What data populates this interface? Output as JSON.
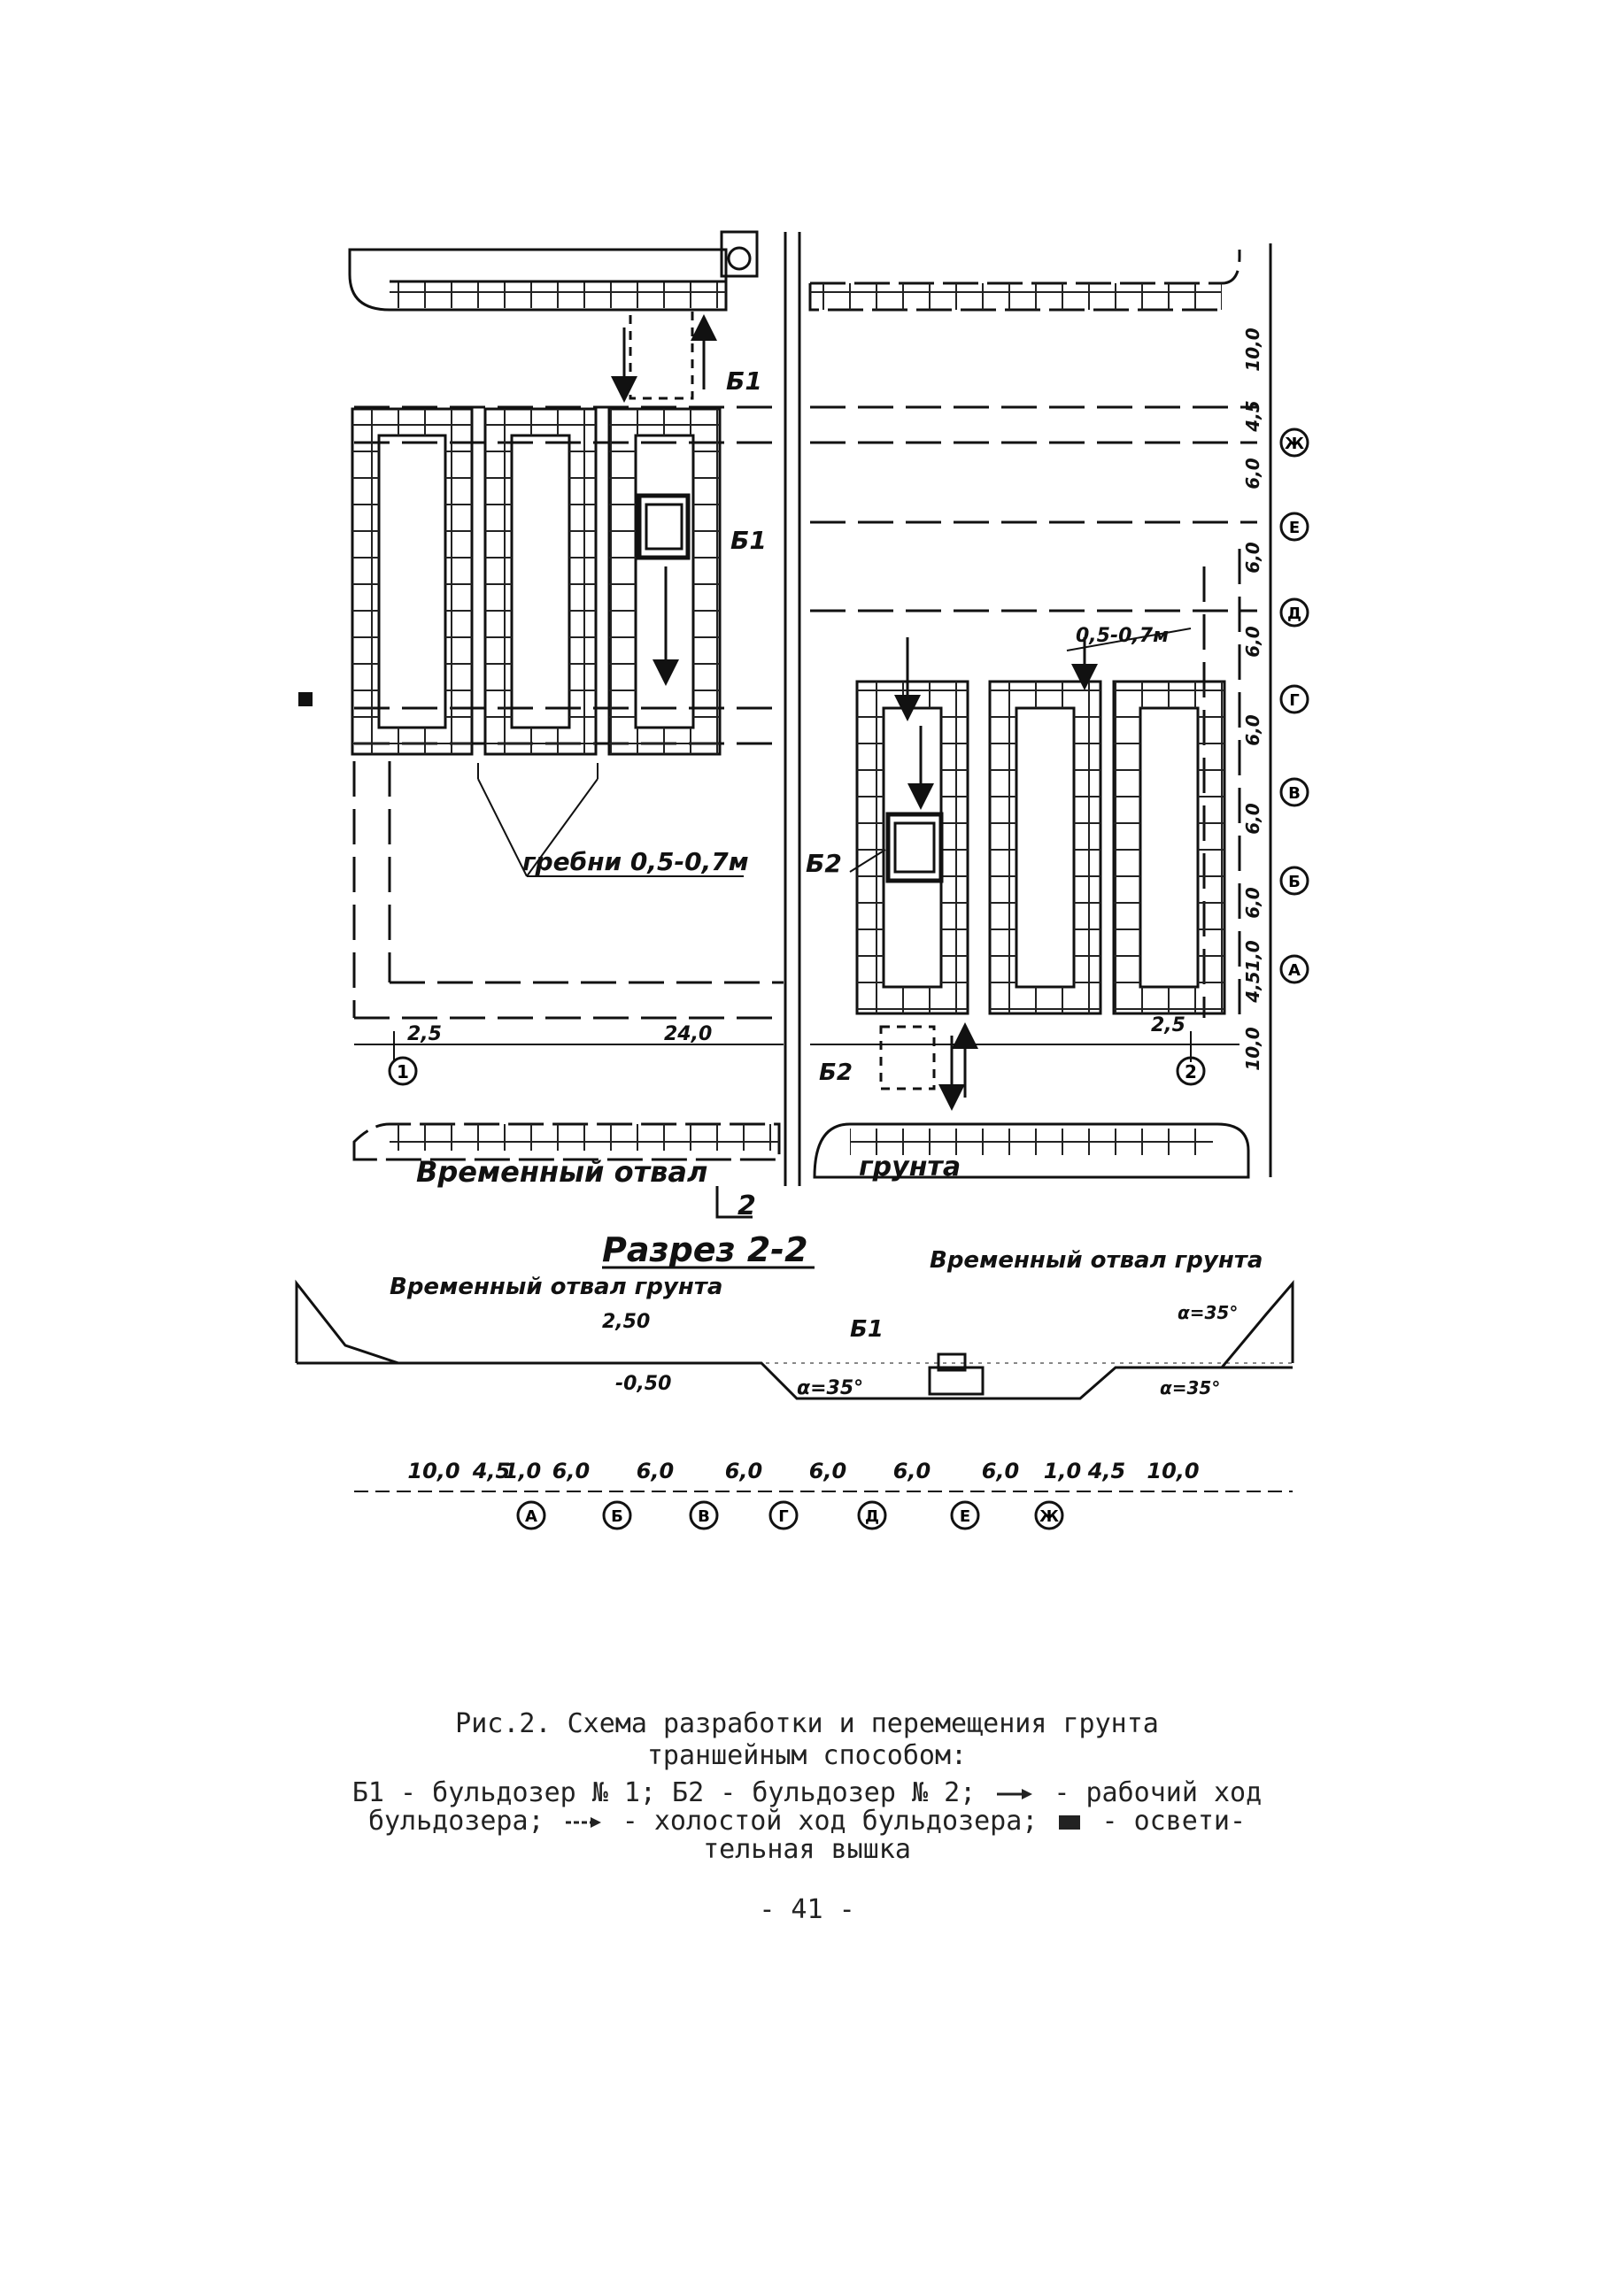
{
  "plan": {
    "label_b1_top": "Б1",
    "label_b1_mid": "Б1",
    "label_b2": "Б2",
    "label_b2_bottom": "Б2",
    "label_ridges": "гребни 0,5-0,7м",
    "label_depth": "0,5-0,7м",
    "label_spoil_left": "Временный отвал",
    "label_spoil_right": "грунта",
    "section_mark": "2",
    "dim_bottom_left": "2,5",
    "dim_bottom_mid": "24,0",
    "dim_bottom_right": "2,5",
    "axis_bottom_left": "1",
    "axis_bottom_right": "2",
    "right_dims": [
      "10,0",
      "4,5",
      "6,0",
      "6,0",
      "6,0",
      "6,0",
      "6,0",
      "6,0",
      "1,0",
      "4,5",
      "10,0"
    ],
    "right_axes": [
      "Ж",
      "Е",
      "Д",
      "Г",
      "В",
      "Б",
      "А"
    ]
  },
  "section": {
    "title": "Разрез 2-2",
    "spoil_left": "Временный отвал грунта",
    "spoil_right": "Временный отвал грунта",
    "level_top": "2,50",
    "level_bottom": "-0,50",
    "bulldozer": "Б1",
    "angle_left": "α=35°",
    "angle_right_top": "α=35°",
    "angle_right_bottom": "α=35°",
    "dims": [
      "10,0",
      "4,5",
      "1,0",
      "6,0",
      "6,0",
      "6,0",
      "6,0",
      "6,0",
      "6,0",
      "1,0",
      "4,5",
      "10,0"
    ],
    "axes": [
      "А",
      "Б",
      "В",
      "Г",
      "Д",
      "Е",
      "Ж"
    ]
  },
  "caption": {
    "title_line1": "Рис.2. Схема разработки и перемещения грунта",
    "title_line2": "траншейным способом:",
    "legend_b1": "Б1 - бульдозер № 1; Б2 - бульдозер № 2;",
    "legend_work": "- рабочий ход",
    "legend_line2a": "бульдозера;",
    "legend_idle": "- холостой ход бульдозера;",
    "legend_light": "- освети-",
    "legend_line3": "тельная вышка"
  },
  "page_number": "- 41 -"
}
